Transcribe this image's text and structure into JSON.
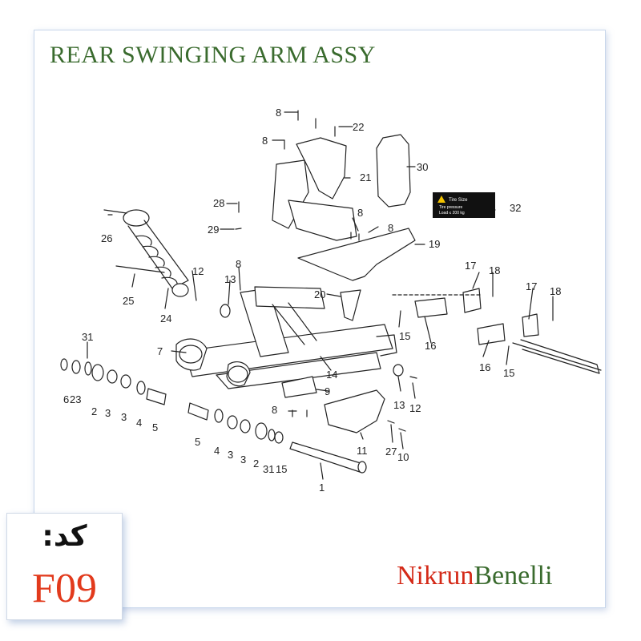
{
  "title": "REAR SWINGING ARM ASSY",
  "code": {
    "label": "کد:",
    "value": "F09"
  },
  "brand": {
    "part1": "Nikrun",
    "part2": "Benelli"
  },
  "sticker": {
    "line1": "Tire Size",
    "line2": "Tire pressure",
    "line3": "Load ≤ 200 kg"
  },
  "callouts": {
    "c8a": "8",
    "c8b": "8",
    "c22": "22",
    "c30": "30",
    "c21": "21",
    "c28": "28",
    "c29": "29",
    "c8c": "8",
    "c8d": "8",
    "c32": "32",
    "c26": "26",
    "c19": "19",
    "c12a": "12",
    "c8e": "8",
    "c13a": "13",
    "c17a": "17",
    "c18a": "18",
    "c17b": "17",
    "c18b": "18",
    "c25": "25",
    "c20": "20",
    "c24": "24",
    "c31a": "31",
    "c15a": "15",
    "c16a": "16",
    "c7": "7",
    "c14": "14",
    "c16b": "16",
    "c15b": "15",
    "c6": "6",
    "c23": "23",
    "c2a": "2",
    "c3a": "3",
    "c3b": "3",
    "c4a": "4",
    "c5a": "5",
    "c9": "9",
    "c13b": "13",
    "c12b": "12",
    "c8f": "8",
    "c5b": "5",
    "c4b": "4",
    "c3c": "3",
    "c3d": "3",
    "c2b": "2",
    "c31b": "31",
    "c15c": "15",
    "c11": "11",
    "c27": "27",
    "c10": "10",
    "c1": "1"
  }
}
